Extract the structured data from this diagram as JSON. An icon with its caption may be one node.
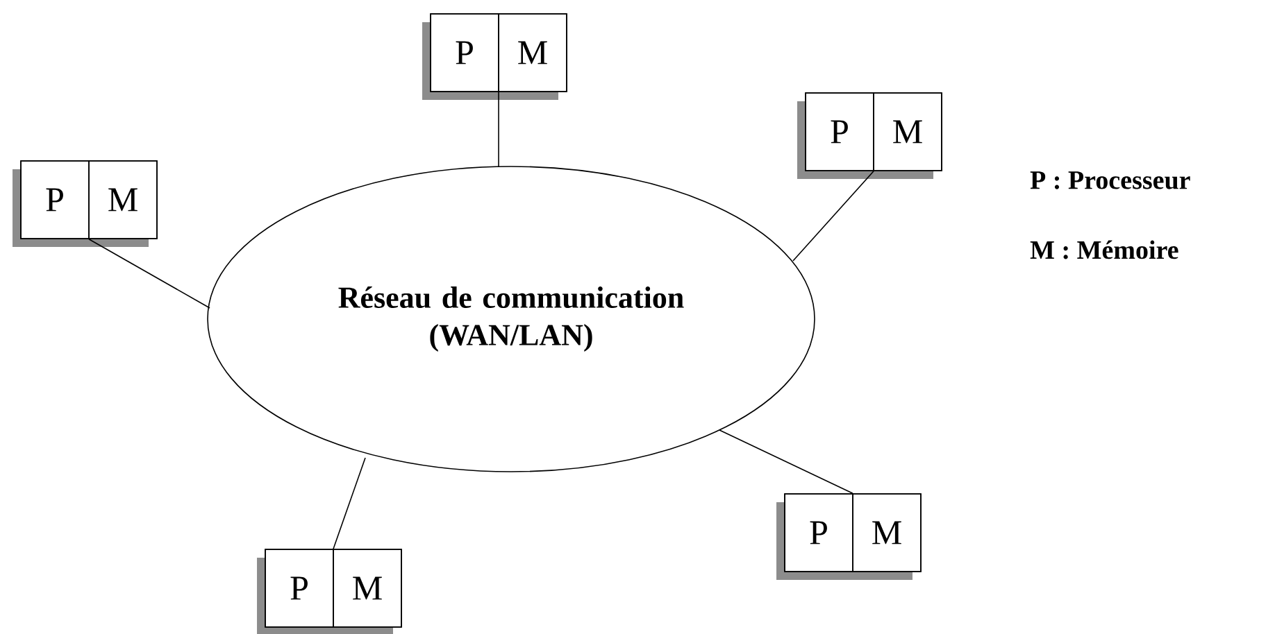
{
  "diagram": {
    "nodes": [
      {
        "text": [
          "Réseau de communication (WAN/LAN)"
        ]
      },
      {
        "text": [],
        "shape": "box"
      },
      {
        "text": [
          "P"
        ],
        "in": 1
      },
      {
        "text": [
          "M"
        ],
        "in": 1
      },
      {
        "text": [],
        "shape": "box"
      },
      {
        "text": [
          "P"
        ],
        "in": 4
      },
      {
        "text": [
          "M"
        ],
        "in": 4
      },
      {
        "text": [],
        "shape": "box"
      },
      {
        "text": [
          "P"
        ],
        "in": 7
      },
      {
        "text": [
          "M"
        ],
        "in": 7
      },
      {
        "text": [],
        "shape": "box"
      },
      {
        "text": [
          "P"
        ],
        "in": 10
      },
      {
        "text": [
          "M"
        ],
        "in": 10
      },
      {
        "text": [],
        "shape": "box"
      },
      {
        "text": [
          "P"
        ],
        "in": 13
      },
      {
        "text": [
          "M"
        ],
        "in": 13
      }
    ],
    "edges": [
      {
        "from": 0,
        "to": 1,
        "arrow": "none"
      },
      {
        "from": 0,
        "to": 4,
        "arrow": "none"
      },
      {
        "from": 0,
        "to": 7,
        "arrow": "none"
      },
      {
        "from": 0,
        "to": 10,
        "arrow": "none"
      },
      {
        "from": 0,
        "to": 13,
        "arrow": "none"
      }
    ],
    "labels": [
      "P : Processeur",
      "M : Mémoire"
    ]
  }
}
